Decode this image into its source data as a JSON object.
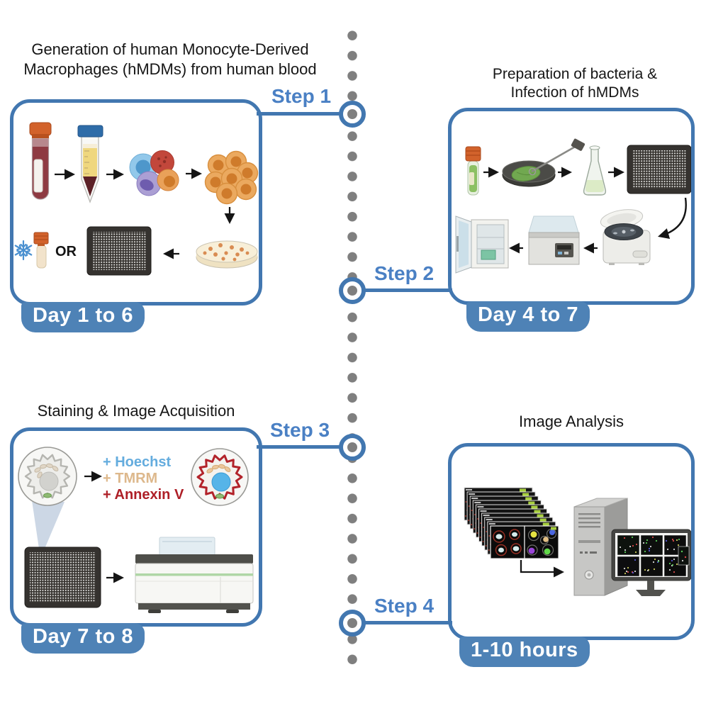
{
  "workflow": {
    "steps": [
      {
        "label": "Step 1",
        "title": "Generation of human Monocyte-Derived Macrophages (hMDMs) from human blood",
        "duration": "Day 1 to 6"
      },
      {
        "label": "Step 2",
        "title": "Preparation of bacteria & Infection of hMDMs",
        "duration": "Day 4 to 7"
      },
      {
        "label": "Step 3",
        "title": "Staining & Image Acquisition",
        "duration": "Day 7 to 8"
      },
      {
        "label": "Step 4",
        "title": "Image Analysis",
        "duration": "1-10 hours"
      }
    ],
    "panel1": {
      "or_label": "OR"
    },
    "panel3": {
      "stains": [
        {
          "label": "+ Hoechst",
          "color": "#64ACDE"
        },
        {
          "label": "+ TMRM",
          "color": "#DDB88C"
        },
        {
          "label": "+ Annexin V",
          "color": "#AE1F27"
        }
      ]
    }
  },
  "colors": {
    "accent_blue": "#4277B0",
    "badge_blue": "#4E82B6",
    "step_label_blue": "#4A80C4",
    "timeline_dot_gray": "#7F7F7F",
    "title_text": "#161616"
  },
  "icons": {
    "snowflake-icon": "❄ cryopreservation",
    "blood-tube-icon": "blood collection tube",
    "falcon-tube-icon": "density-gradient centrifuge tube",
    "immune-cells-icon": "mixed blood immune cells",
    "macrophages-icon": "monocyte/macrophage cell cluster",
    "petri-dish-icon": "culture dish with colonies",
    "microplate-icon": "384-well imaging plate",
    "cryovial-icon": "cryogenic vial",
    "bacteria-vial-icon": "bacterial stock vial",
    "agar-plate-icon": "agar plate with bacterial lawn",
    "inoculation-loop-icon": "inoculation loop",
    "erlenmeyer-flask-icon": "culture flask",
    "centrifuge-icon": "benchtop centrifuge",
    "water-bath-icon": "water bath",
    "incubator-icon": "CO2 incubator",
    "macrophage-unstained-icon": "infected macrophage before staining",
    "macrophage-stained-icon": "stained infected macrophage",
    "high-content-microscope-icon": "automated high-content microscope",
    "image-stack-icon": "time-lapse image stack",
    "computer-icon": "analysis workstation tower and monitor"
  }
}
